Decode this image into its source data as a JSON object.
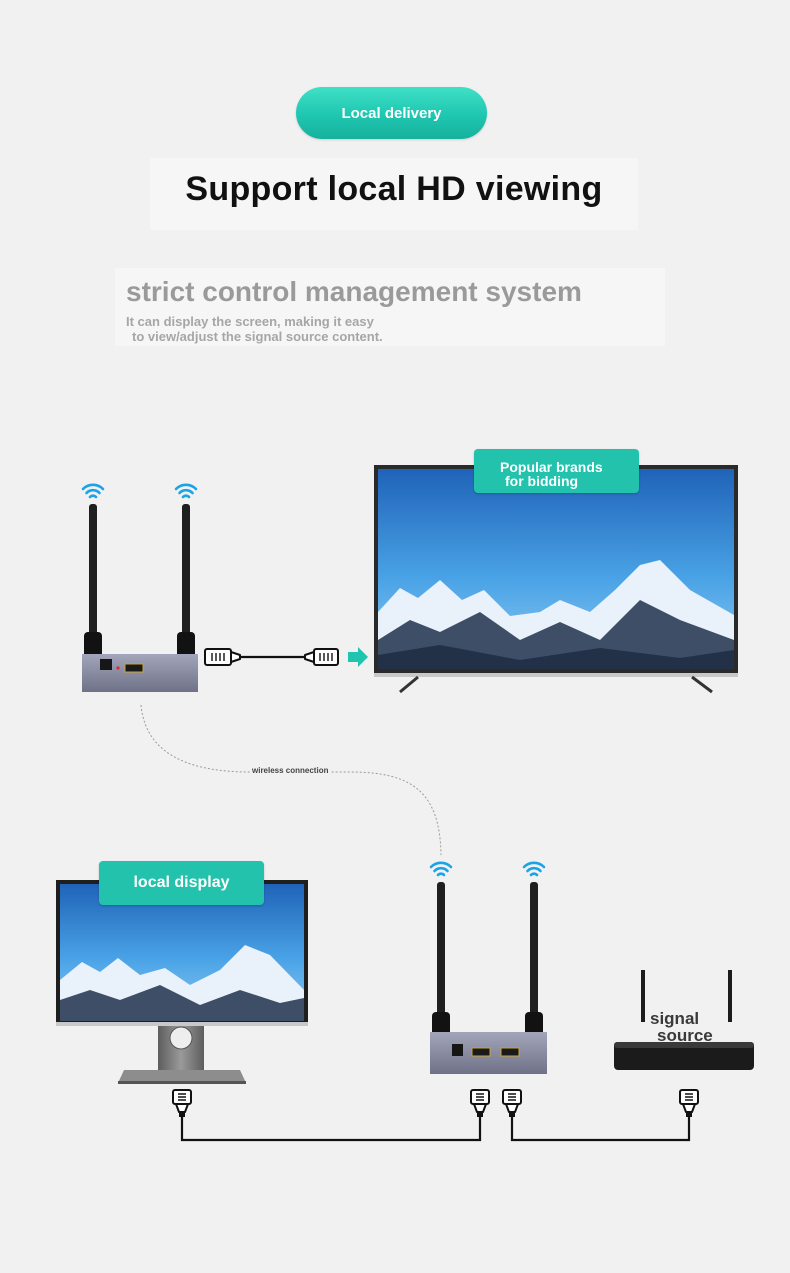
{
  "header": {
    "badge": "Local delivery",
    "title": "Support local HD viewing",
    "subtitle": "strict control management system",
    "description_lines": [
      "It can display the screen, making it easy",
      "to view/adjust the signal source content."
    ]
  },
  "diagram": {
    "tv_tag_lines": [
      "Popular brands",
      "for bidding"
    ],
    "monitor_tag": "local display",
    "link_label": "wireless connection",
    "source_label_lines": [
      "signal",
      "source"
    ]
  },
  "colors": {
    "accent": "#22c2ad",
    "wifi": "#1aa3e6",
    "screen_sky": "#2f7fcf",
    "device_body": "#8c8fa6",
    "background": "#f1f1f1"
  },
  "icons": [
    "wifi-icon",
    "hdmi-plug-icon",
    "arrow-right-icon",
    "antenna-icon"
  ]
}
